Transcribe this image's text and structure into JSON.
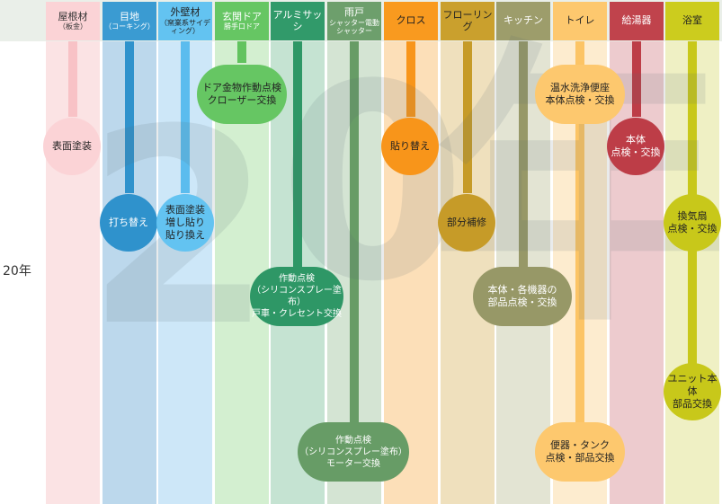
{
  "year_label": "20年",
  "big_watermark": "20年",
  "columns": [
    {
      "title": "屋根材",
      "sub": "（板金）",
      "bg": "#fbe3e4",
      "hdr": "#fbd3d6",
      "line": "#f8c2c6",
      "fg": "#333333"
    },
    {
      "title": "目地",
      "sub": "（コーキング）",
      "bg": "#bcd8ec",
      "hdr": "#3a9bd2",
      "line": "#2f92cc",
      "fg": "#ffffff"
    },
    {
      "title": "外壁材",
      "sub": "（窯業系サイディング）",
      "bg": "#cde7f8",
      "hdr": "#63c3f1",
      "line": "#5bbcee",
      "fg": "#222222"
    },
    {
      "title": "玄関ドア",
      "sub": "勝手口ドア",
      "bg": "#d3efd0",
      "hdr": "#66c663",
      "line": "#62c35f",
      "fg": "#ffffff"
    },
    {
      "title": "アルミサッシ",
      "sub": "",
      "bg": "#c5e3d2",
      "hdr": "#319a6a",
      "line": "#2e9766",
      "fg": "#ffffff"
    },
    {
      "title": "雨戸",
      "sub": "シャッター電動シャッター",
      "bg": "#d4e4d3",
      "hdr": "#6d9f6c",
      "line": "#679c66",
      "fg": "#ffffff"
    },
    {
      "title": "クロス",
      "sub": "",
      "bg": "#fcdfb8",
      "hdr": "#f99a1f",
      "line": "#f8951a",
      "fg": "#222222"
    },
    {
      "title": "フローリング",
      "sub": "",
      "bg": "#efe0bd",
      "hdr": "#caa02d",
      "line": "#c69b28",
      "fg": "#222222"
    },
    {
      "title": "キッチン",
      "sub": "",
      "bg": "#e3e4d3",
      "hdr": "#9d9d6b",
      "line": "#979867",
      "fg": "#ffffff"
    },
    {
      "title": "トイレ",
      "sub": "",
      "bg": "#fdeccf",
      "hdr": "#fdc86e",
      "line": "#fcc465",
      "fg": "#222222"
    },
    {
      "title": "給湯器",
      "sub": "",
      "bg": "#edcbce",
      "hdr": "#c0434c",
      "line": "#bd3d47",
      "fg": "#ffffff"
    },
    {
      "title": "浴室",
      "sub": "",
      "bg": "#eff0c4",
      "hdr": "#cccc1e",
      "line": "#c8c81a",
      "fg": "#222222"
    }
  ],
  "bubbles": [
    {
      "col": 0,
      "text": "表面塗装",
      "color": "#fbd3d6",
      "fg": "#222222"
    },
    {
      "col": 1,
      "text": "打ち替え",
      "color": "#2f92cc",
      "fg": "#ffffff"
    },
    {
      "col": 2,
      "text": "表面塗装 増し貼り 貼り換え",
      "color": "#63c3f1",
      "fg": "#222222"
    },
    {
      "col": 3,
      "text": "ドア金物作動点検 クローザー交換",
      "color": "#66c663",
      "fg": "#222222"
    },
    {
      "col": 4,
      "text": "作動点検 （シリコンスプレー塗布） 戸車・クレセント交換",
      "color": "#2e9766",
      "fg": "#ffffff"
    },
    {
      "col": 5,
      "text": "作動点検 （シリコンスプレー塗布） モーター交換",
      "color": "#679c66",
      "fg": "#ffffff"
    },
    {
      "col": 6,
      "text": "貼り替え",
      "color": "#f8951a",
      "fg": "#222222"
    },
    {
      "col": 7,
      "text": "部分補修",
      "color": "#c69b28",
      "fg": "#222222"
    },
    {
      "col": 8,
      "text": "本体・各機器の 部品点検・交換",
      "color": "#979867",
      "fg": "#ffffff"
    },
    {
      "col": 9,
      "text": "温水洗浄便座 本体点検・交換",
      "color": "#fdc86e",
      "fg": "#222222"
    },
    {
      "col": 9,
      "text": "便器・タンク 点検・部品交換",
      "color": "#fdc86e",
      "fg": "#222222"
    },
    {
      "col": 10,
      "text": "本体 点検・交換",
      "color": "#bd3d47",
      "fg": "#ffffff"
    },
    {
      "col": 11,
      "text": "換気扇 点検・交換",
      "color": "#c8c81a",
      "fg": "#222222"
    },
    {
      "col": 11,
      "text": "ユニット本体 部品交換",
      "color": "#c8c81a",
      "fg": "#222222"
    }
  ]
}
